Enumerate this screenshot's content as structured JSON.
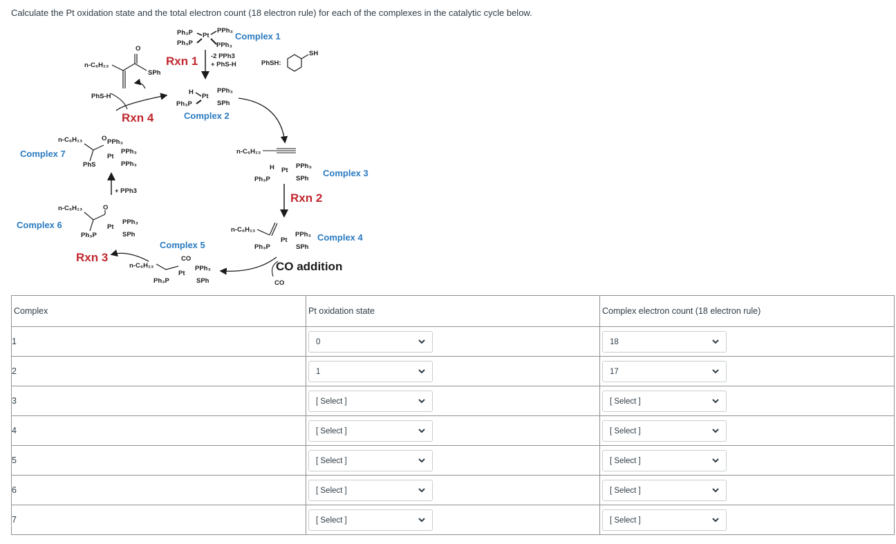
{
  "question": "Calculate the Pt oxidation state and the total electron count (18 electron rule) for each of the complexes in the catalytic cycle below.",
  "scheme": {
    "complex_labels": [
      "Complex 1",
      "Complex 2",
      "Complex 3",
      "Complex 4",
      "Complex 5",
      "Complex 6",
      "Complex 7"
    ],
    "rxn_labels": [
      "Rxn 1",
      "Rxn 2",
      "Rxn 3",
      "Rxn 4"
    ],
    "co_addition": "CO addition",
    "rxn1_conditions": [
      "-2 PPh3",
      "+ PhS-H"
    ],
    "phsh_label": "PhSH:",
    "sh_label": "SH",
    "phsh_reagent": "PhS-H",
    "pph3_add": "+ PPh3",
    "co": "CO"
  },
  "table": {
    "headers": [
      "Complex",
      "Pt oxidation state",
      "Complex electron count (18 electron rule)"
    ],
    "rows": [
      {
        "complex": "1",
        "oxidation": "0",
        "electrons": "18"
      },
      {
        "complex": "2",
        "oxidation": "1",
        "electrons": "17"
      },
      {
        "complex": "3",
        "oxidation": "[ Select ]",
        "electrons": "[ Select ]"
      },
      {
        "complex": "4",
        "oxidation": "[ Select ]",
        "electrons": "[ Select ]"
      },
      {
        "complex": "5",
        "oxidation": "[ Select ]",
        "electrons": "[ Select ]"
      },
      {
        "complex": "6",
        "oxidation": "[ Select ]",
        "electrons": "[ Select ]"
      },
      {
        "complex": "7",
        "oxidation": "[ Select ]",
        "electrons": "[ Select ]"
      }
    ]
  },
  "icons": {
    "dropdown": "chevron-down-icon"
  }
}
